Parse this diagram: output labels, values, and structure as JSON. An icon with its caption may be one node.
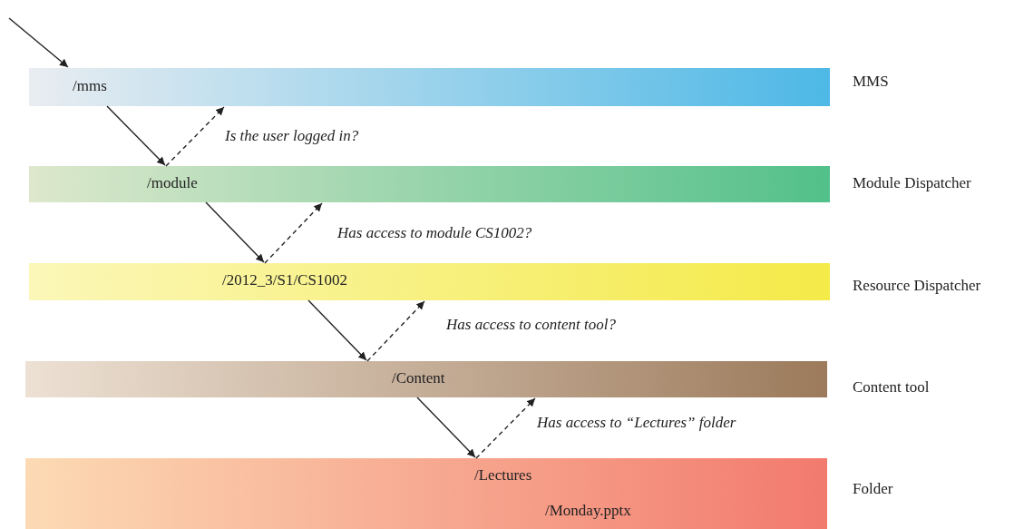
{
  "diagram": {
    "nodes": [
      {
        "text": [
          "/mms"
        ],
        "beside": [
          "MMS"
        ]
      },
      {
        "text": [
          "/module"
        ],
        "beside": [
          "Module Dispatcher"
        ]
      },
      {
        "text": [
          "/2012_3/S1/CS1002"
        ],
        "beside": [
          "Resource Dispatcher"
        ]
      },
      {
        "text": [
          "/Content"
        ],
        "beside": [
          "Content tool"
        ]
      },
      {
        "text": [
          "/Lectures",
          "/Monday.pptx"
        ],
        "beside": [
          "Folder"
        ]
      }
    ],
    "edges": [
      {
        "from": null,
        "to": 0,
        "arrow": "to"
      },
      {
        "from": 0,
        "to": 1,
        "arrow": "to"
      },
      {
        "from": 1,
        "to": 0,
        "arrow": "to",
        "style": "dashed",
        "label": "Is the user logged in?"
      },
      {
        "from": 1,
        "to": 2,
        "arrow": "to"
      },
      {
        "from": 2,
        "to": 1,
        "arrow": "to",
        "style": "dashed",
        "label": "Has access to module CS1002?"
      },
      {
        "from": 2,
        "to": 3,
        "arrow": "to"
      },
      {
        "from": 3,
        "to": 2,
        "arrow": "to",
        "style": "dashed",
        "label": "Has access to content tool?"
      },
      {
        "from": 3,
        "to": 4,
        "arrow": "to"
      },
      {
        "from": 4,
        "to": 3,
        "arrow": "to",
        "style": "dashed",
        "label": "Has access to “Lectures” folder"
      }
    ]
  }
}
